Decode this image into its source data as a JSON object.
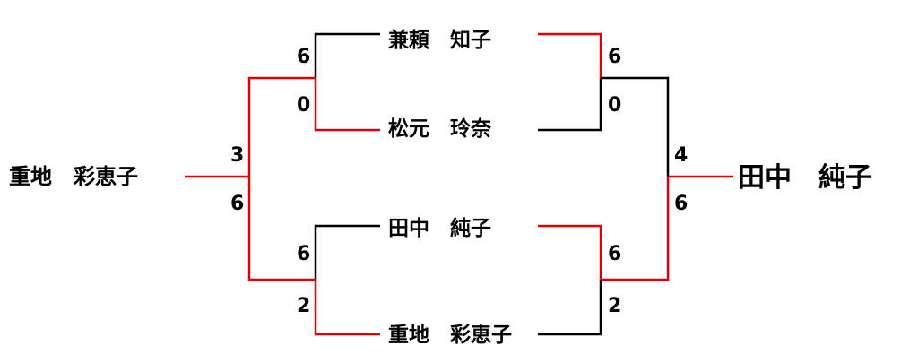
{
  "bracket": {
    "entrants": [
      {
        "name": "兼頼　知子"
      },
      {
        "name": "松元　玲奈"
      },
      {
        "name": "田中　純子"
      },
      {
        "name": "重地　彩恵子"
      }
    ],
    "left_side": {
      "semifinals": [
        {
          "top_score": "6",
          "bottom_score": "0"
        },
        {
          "top_score": "6",
          "bottom_score": "2"
        }
      ],
      "final": {
        "top_score": "3",
        "bottom_score": "6"
      },
      "winner": "重地　彩恵子"
    },
    "right_side": {
      "semifinals": [
        {
          "top_score": "6",
          "bottom_score": "0"
        },
        {
          "top_score": "6",
          "bottom_score": "2"
        }
      ],
      "final": {
        "top_score": "4",
        "bottom_score": "6"
      },
      "winner": "田中　純子"
    },
    "colors": {
      "winner_line": "#e00000",
      "loser_line": "#000000"
    }
  }
}
